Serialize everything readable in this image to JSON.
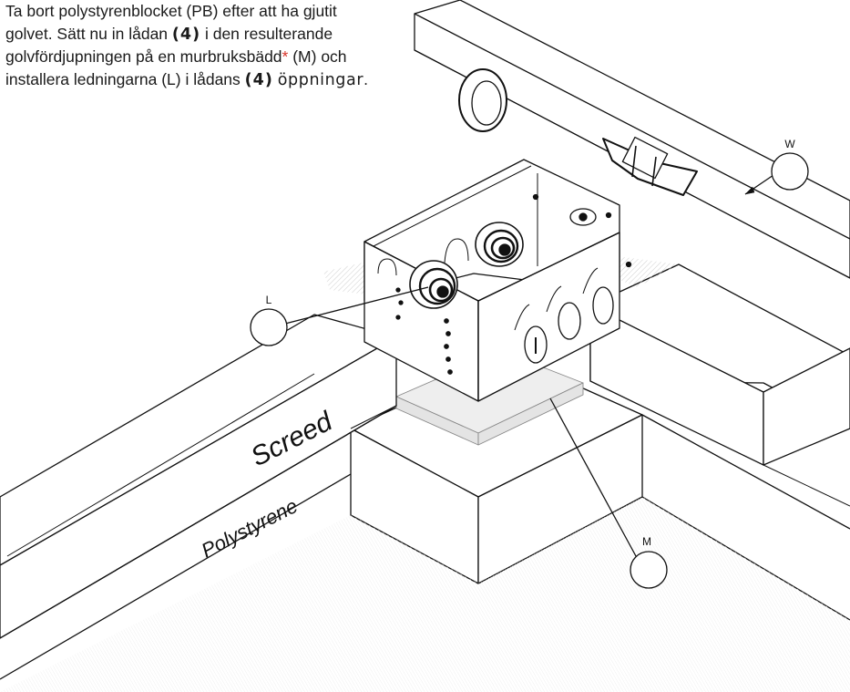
{
  "instructions": {
    "part1": "Ta bort polystyrenblocket (PB) efter att ha gjutit golvet. Sätt nu in lådan ",
    "ref_box_1": "(4)",
    "part2": " i den resulterande golvfördjupningen på en murbruksbädd",
    "asterisk": "*",
    "part3": " (M) och installera ledningarna (L) i lådans ",
    "ref_box_2": "(4)",
    "part4": "öppningar",
    "part5": "."
  },
  "labels": {
    "screed": "Screed",
    "polystyrene": "Polystyrene"
  },
  "callouts": {
    "w": "W",
    "l": "L",
    "m": "M"
  },
  "colors": {
    "text": "#1a1a1a",
    "asterisk": "#d8342a",
    "line": "#111111",
    "mortar_fill": "#eeeeee"
  }
}
